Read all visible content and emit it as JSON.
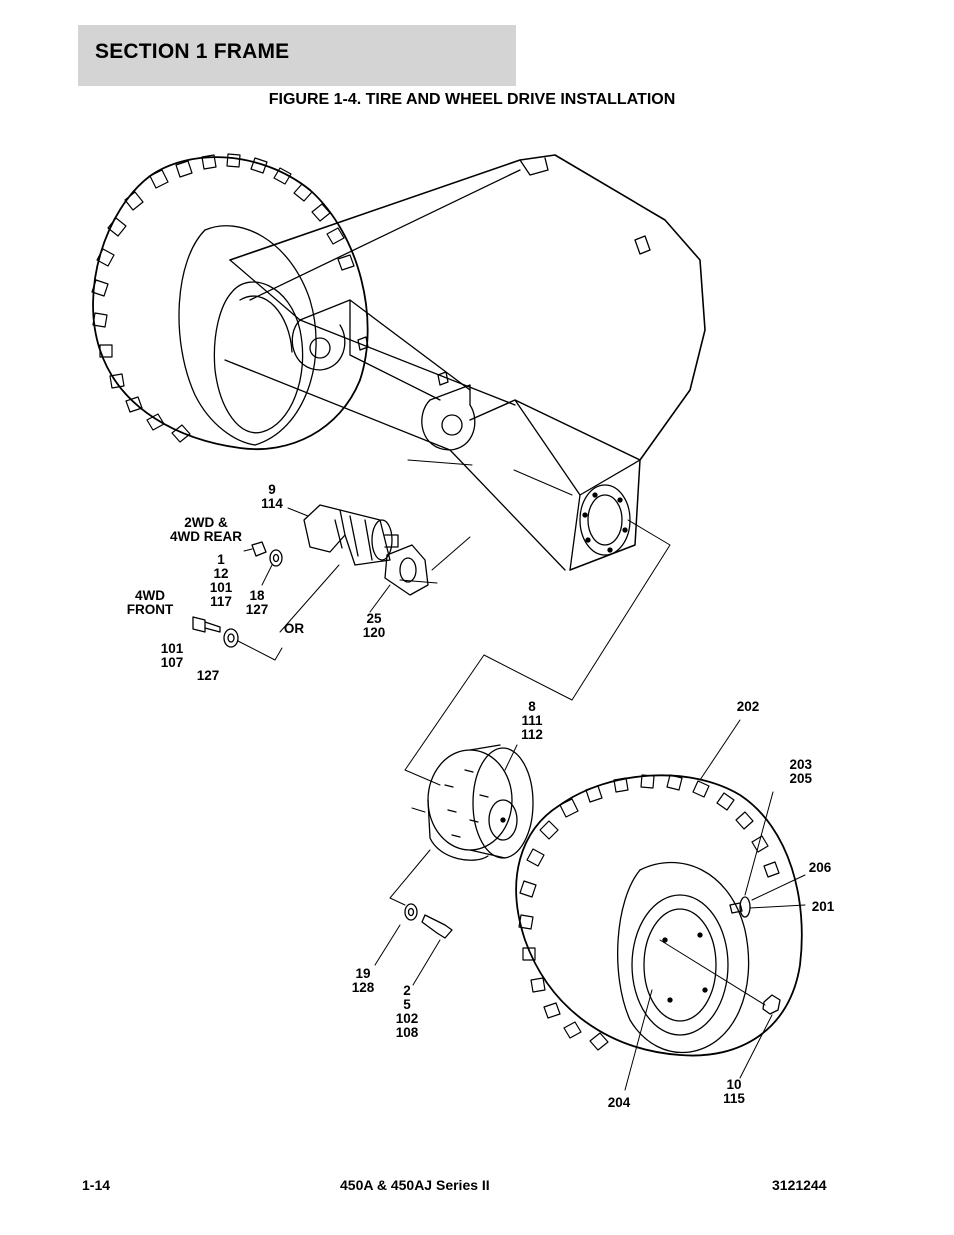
{
  "header": {
    "section_title": "SECTION 1  FRAME",
    "figure_title": "FIGURE 1-4. TIRE AND WHEEL DRIVE INSTALLATION"
  },
  "callouts": {
    "c9_114": "9\n114",
    "c2wd": "2WD &\n4WD REAR",
    "c1_12": "1\n12\n101\n117",
    "c18_127": "18\n127",
    "c4wd": "4WD\nFRONT",
    "c101_107": "101\n107",
    "c127": "127",
    "c_or": "OR",
    "c25_120": "25\n120",
    "c8_111": "8\n111\n112",
    "c202": "202",
    "c203": "203\n205",
    "c206": "206",
    "c201": "201",
    "c19_128": "19\n128",
    "c2_5": "2\n5\n102\n108",
    "c10_115": "10\n115",
    "c204": "204"
  },
  "footer": {
    "page_number": "1-14",
    "model": "450A & 450AJ Series II",
    "doc_number": "3121244"
  }
}
